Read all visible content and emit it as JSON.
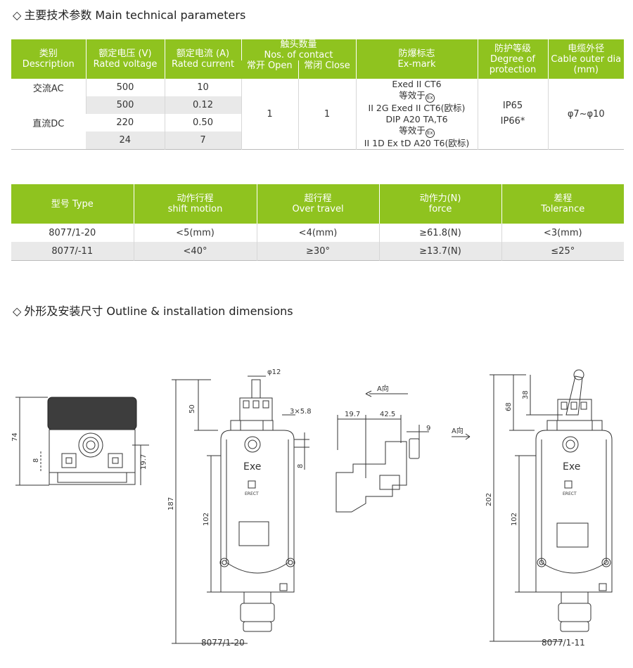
{
  "section1_title": {
    "lead": "◇",
    "cn": "主要技术参数",
    "en": "Main technical parameters"
  },
  "section2_title": {
    "lead": "◇",
    "cn": "外形及安装尺寸",
    "en": "Outline & installation dimensions"
  },
  "table1": {
    "headers": {
      "description": {
        "cn": "类别",
        "en": "Description"
      },
      "voltage": {
        "cn": "额定电压 (V)",
        "en": "Rated voltage"
      },
      "current": {
        "cn": "额定电流 (A)",
        "en": "Rated current"
      },
      "contacts": {
        "cn": "触头数量",
        "en": "Nos. of contact"
      },
      "open": "常开 Open",
      "close": "常闭 Close",
      "exmark": {
        "cn": "防爆标志",
        "en": "Ex-mark"
      },
      "protection": {
        "cn": "防护等级",
        "en1": "Degree of",
        "en2": "protection"
      },
      "cable": {
        "cn": "电缆外径",
        "en": "Cable outer dia",
        "unit": "(mm)"
      }
    },
    "ac_label": "交流AC",
    "dc_label": "直流DC",
    "rows": [
      {
        "voltage": "500",
        "current": "10"
      },
      {
        "voltage": "500",
        "current": "0.12"
      },
      {
        "voltage": "220",
        "current": "0.50"
      },
      {
        "voltage": "24",
        "current": "7"
      }
    ],
    "open_count": "1",
    "close_count": "1",
    "exmark_lines": {
      "l1": "Exed II CT6",
      "l2": "等效于",
      "l3": "II 2G Exed II CT6(欧标)",
      "l4": "DIP A20 TA,T6",
      "l5": "等效于",
      "l6": "II 1D Ex tD A20 T6(欧标)",
      "symbol": "Ex"
    },
    "protection_lines": {
      "l1": "IP65",
      "l2": "IP66*"
    },
    "cable_value": "φ7~φ10"
  },
  "table2": {
    "headers": [
      {
        "cn": "型号 Type",
        "en": ""
      },
      {
        "cn": "动作行程",
        "en": "shift motion"
      },
      {
        "cn": "超行程",
        "en": "Over travel"
      },
      {
        "cn": "动作力(N)",
        "en": "force"
      },
      {
        "cn": "差程",
        "en": "Tolerance"
      }
    ],
    "rows": [
      {
        "type": "8077/1-20",
        "shift": "<5(mm)",
        "over": "<4(mm)",
        "force": "≥61.8(N)",
        "tol": "<3(mm)"
      },
      {
        "type": "8077/-11",
        "shift": "<40°",
        "over": "≥30°",
        "force": "≥13.7(N)",
        "tol": "≤25°"
      }
    ]
  },
  "drawing": {
    "dim_74": "74",
    "dim_8": "8",
    "dim_19_7": "19.7",
    "dim_phi12": "φ12",
    "dim_50": "50",
    "dim_3x5_8": "3×5.8",
    "dim_8b": "8",
    "dim_187": "187",
    "dim_102": "102",
    "exe_label": "Exe",
    "brand_label": "ERECT",
    "a_view": "A向",
    "dim_19_7b": "19.7",
    "dim_42_5": "42.5",
    "dim_9": "9",
    "a_arrow": "A向",
    "dim_68": "68",
    "dim_38": "38",
    "dim_202": "202",
    "dim_102b": "102",
    "exe_label_b": "Exe",
    "caption_left": "8077/1-20",
    "caption_right": "8077/1-11"
  }
}
